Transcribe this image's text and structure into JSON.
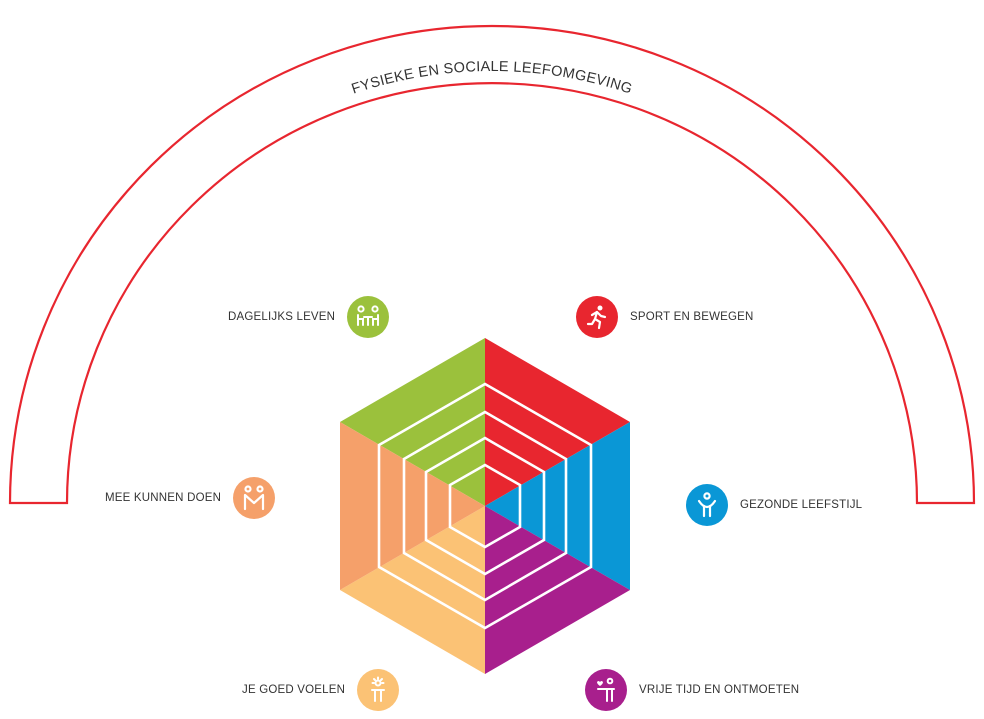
{
  "outer_label": "FYSIEKE EN SOCIALE LEEFOMGEVING",
  "colors": {
    "arch": "#e8262f",
    "dagelijks": "#9bc13c",
    "sport": "#e8262f",
    "leefstijl": "#0a97d6",
    "vrijetijd": "#a81f8d",
    "voelen": "#fbc275",
    "meedoen": "#f5a06a"
  },
  "domains": [
    {
      "key": "dagelijks",
      "label": "DAGELIJKS LEVEN",
      "icon": "table-with-people-icon"
    },
    {
      "key": "sport",
      "label": "SPORT EN BEWEGEN",
      "icon": "running-person-icon"
    },
    {
      "key": "leefstijl",
      "label": "GEZONDE LEEFSTIJL",
      "icon": "person-arms-up-icon"
    },
    {
      "key": "vrijetijd",
      "label": "VRIJE TIJD EN ONTMOETEN",
      "icon": "people-with-heart-icon"
    },
    {
      "key": "voelen",
      "label": "JE GOED VOELEN",
      "icon": "people-with-sun-icon"
    },
    {
      "key": "meedoen",
      "label": "MEE KUNNEN DOEN",
      "icon": "two-people-icon"
    }
  ]
}
